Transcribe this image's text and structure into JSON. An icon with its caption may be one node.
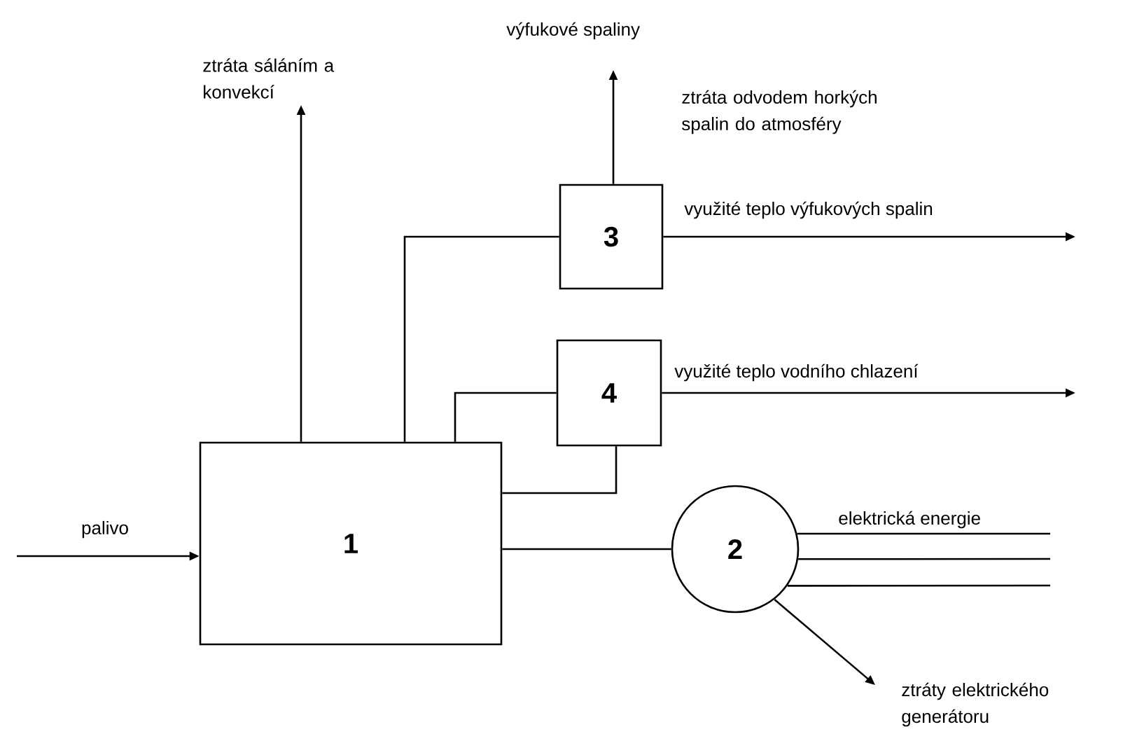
{
  "diagram": {
    "nodes": [
      {
        "text": [
          "1"
        ]
      },
      {
        "text": [
          "2"
        ]
      },
      {
        "text": [
          "3"
        ]
      },
      {
        "text": [
          "4"
        ]
      }
    ],
    "edges": [
      {
        "from": null,
        "to": 0,
        "arrow": "to",
        "label": "palivo"
      },
      {
        "from": 0,
        "to": null,
        "arrow": "to",
        "label": "ztráta sáláním a konvekcí"
      },
      {
        "from": 0,
        "to": 2,
        "arrow": "none"
      },
      {
        "from": 0,
        "to": 3,
        "arrow": "none"
      },
      {
        "from": 3,
        "to": 0,
        "arrow": "none"
      },
      {
        "from": 2,
        "to": null,
        "arrow": "to",
        "label": "ztráta odvodem horkých spalin do atmosféry"
      },
      {
        "from": 2,
        "to": null,
        "arrow": "to",
        "label": "využité teplo výfukových spalin"
      },
      {
        "from": 3,
        "to": null,
        "arrow": "to",
        "label": "využité teplo vodního chlazení"
      },
      {
        "from": 0,
        "to": 1,
        "arrow": "none"
      },
      {
        "from": 1,
        "to": null,
        "arrow": "none",
        "label": "elektrická energie"
      },
      {
        "from": 1,
        "to": null,
        "arrow": "none"
      },
      {
        "from": 1,
        "to": null,
        "arrow": "none"
      },
      {
        "from": 1,
        "to": null,
        "arrow": "to",
        "label": "ztráty elektrického generátoru"
      }
    ],
    "labels": [
      "výfukové spaliny"
    ]
  }
}
